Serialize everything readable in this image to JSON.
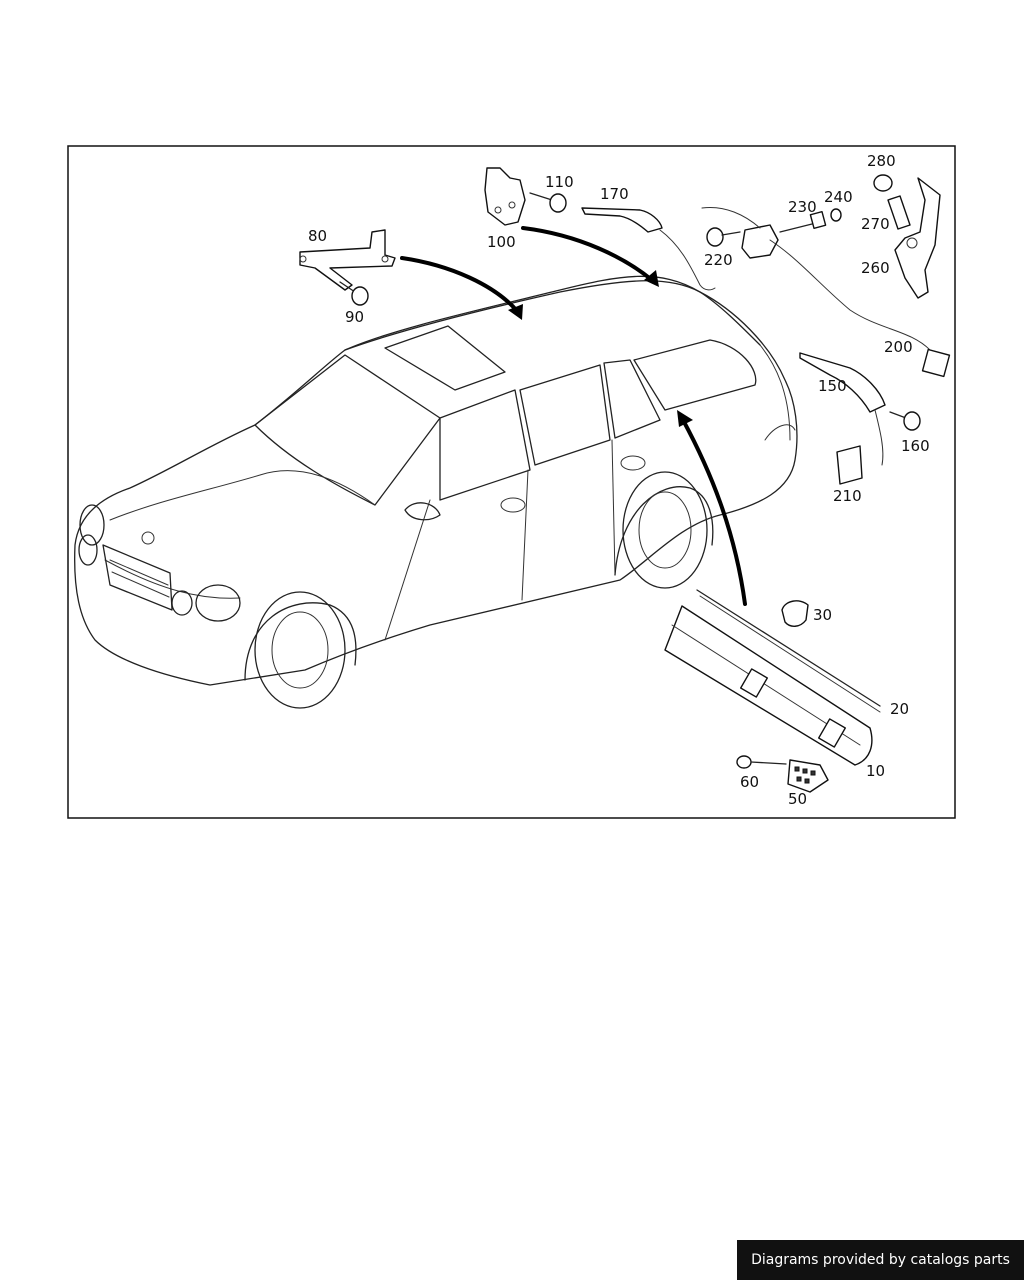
{
  "diagram": {
    "callouts": {
      "c10": "10",
      "c20": "20",
      "c30": "30",
      "c50": "50",
      "c60": "60",
      "c80": "80",
      "c90": "90",
      "c100": "100",
      "c110": "110",
      "c150": "150",
      "c160": "160",
      "c170": "170",
      "c200": "200",
      "c210": "210",
      "c220": "220",
      "c230": "230",
      "c240": "240",
      "c260": "260",
      "c270": "270",
      "c280": "280"
    }
  },
  "footer": {
    "credit": "Diagrams provided by catalogs parts"
  },
  "colors": {
    "line": "#222222",
    "background": "#ffffff",
    "badge_background": "#111111",
    "badge_text": "#ffffff"
  }
}
